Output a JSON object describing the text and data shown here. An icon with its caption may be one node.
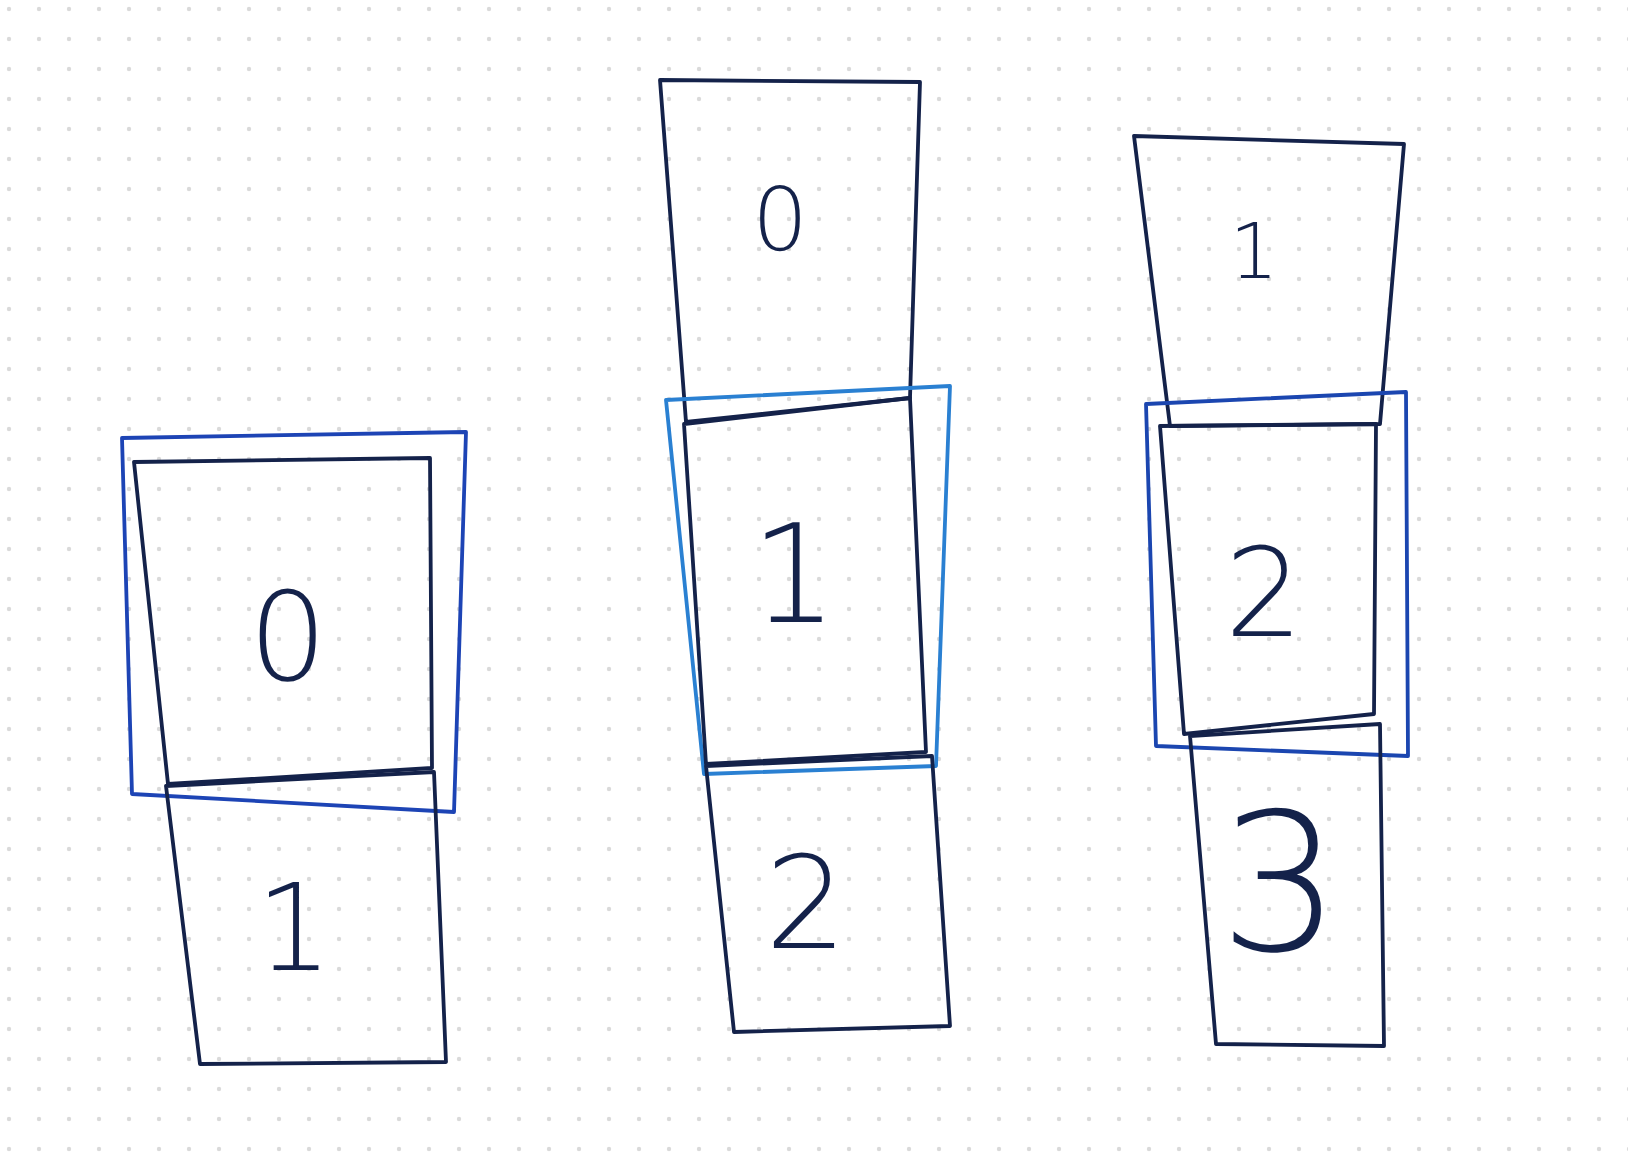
{
  "diagram": {
    "nodes": [
      {
        "text": [],
        "shape": "box"
      },
      {
        "text": [
          "0"
        ],
        "in": 0
      },
      {
        "text": [
          "1"
        ]
      },
      {
        "text": [
          "0"
        ]
      },
      {
        "text": [],
        "shape": "box"
      },
      {
        "text": [
          "1"
        ],
        "in": 4
      },
      {
        "text": [
          "2"
        ]
      },
      {
        "text": [
          "1"
        ]
      },
      {
        "text": [],
        "shape": "box"
      },
      {
        "text": [
          "2"
        ],
        "in": 8
      },
      {
        "text": [
          "3"
        ]
      }
    ]
  }
}
